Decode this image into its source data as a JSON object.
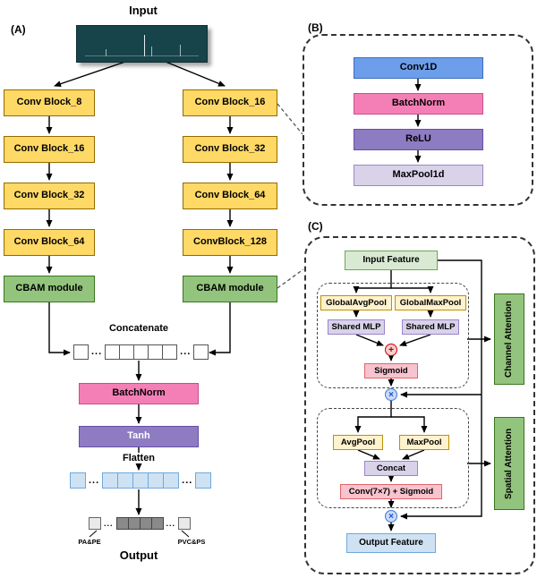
{
  "misc": {
    "ellipsis": "..."
  },
  "panels": {
    "a": {
      "label": "(A)",
      "input_label": "Input",
      "left_branch": [
        "Conv Block_8",
        "Conv Block_16",
        "Conv Block_32",
        "Conv Block_64"
      ],
      "left_cbam": "CBAM module",
      "right_branch": [
        "Conv Block_16",
        "Conv Block_32",
        "Conv Block_64",
        "ConvBlock_128"
      ],
      "right_cbam": "CBAM module",
      "concatenate_label": "Concatenate",
      "batchnorm": "BatchNorm",
      "tanh": "Tanh",
      "flatten_label": "Flatten",
      "class_left": "PA&PE",
      "class_right": "PVC&PS",
      "output_label": "Output"
    },
    "b": {
      "label": "(B)",
      "blocks": [
        "Conv1D",
        "BatchNorm",
        "ReLU",
        "MaxPool1d"
      ]
    },
    "c": {
      "label": "(C)",
      "input_feature": "Input Feature",
      "global_avg_pool": "GlobalAvgPool",
      "global_max_pool": "GlobalMaxPool",
      "shared_mlp": "Shared MLP",
      "plus_symbol": "+",
      "sigmoid": "Sigmoid",
      "multiply_symbol": "×",
      "channel_attention": "Channel Attention",
      "avg_pool": "AvgPool",
      "max_pool": "MaxPool",
      "concat": "Concat",
      "conv_sigmoid": "Conv(7×7) + Sigmoid",
      "output_feature": "Output Feature",
      "spatial_attention": "Spatial Attention"
    }
  },
  "colors": {
    "conv_block_yellow": "#FFD966",
    "cbam_green": "#93C47D",
    "batchnorm_pink": "#F47FB6",
    "purple": "#8E7CC3",
    "conv1d_blue": "#6D9EEB",
    "lavender": "#D9D2E9",
    "pool_yellow": "#FFF2CC",
    "sigmoid_pink": "#F7C3CE",
    "feature_green": "#D9EAD3",
    "feature_blue": "#CFE2F3",
    "input_image_teal": "#17444A"
  }
}
